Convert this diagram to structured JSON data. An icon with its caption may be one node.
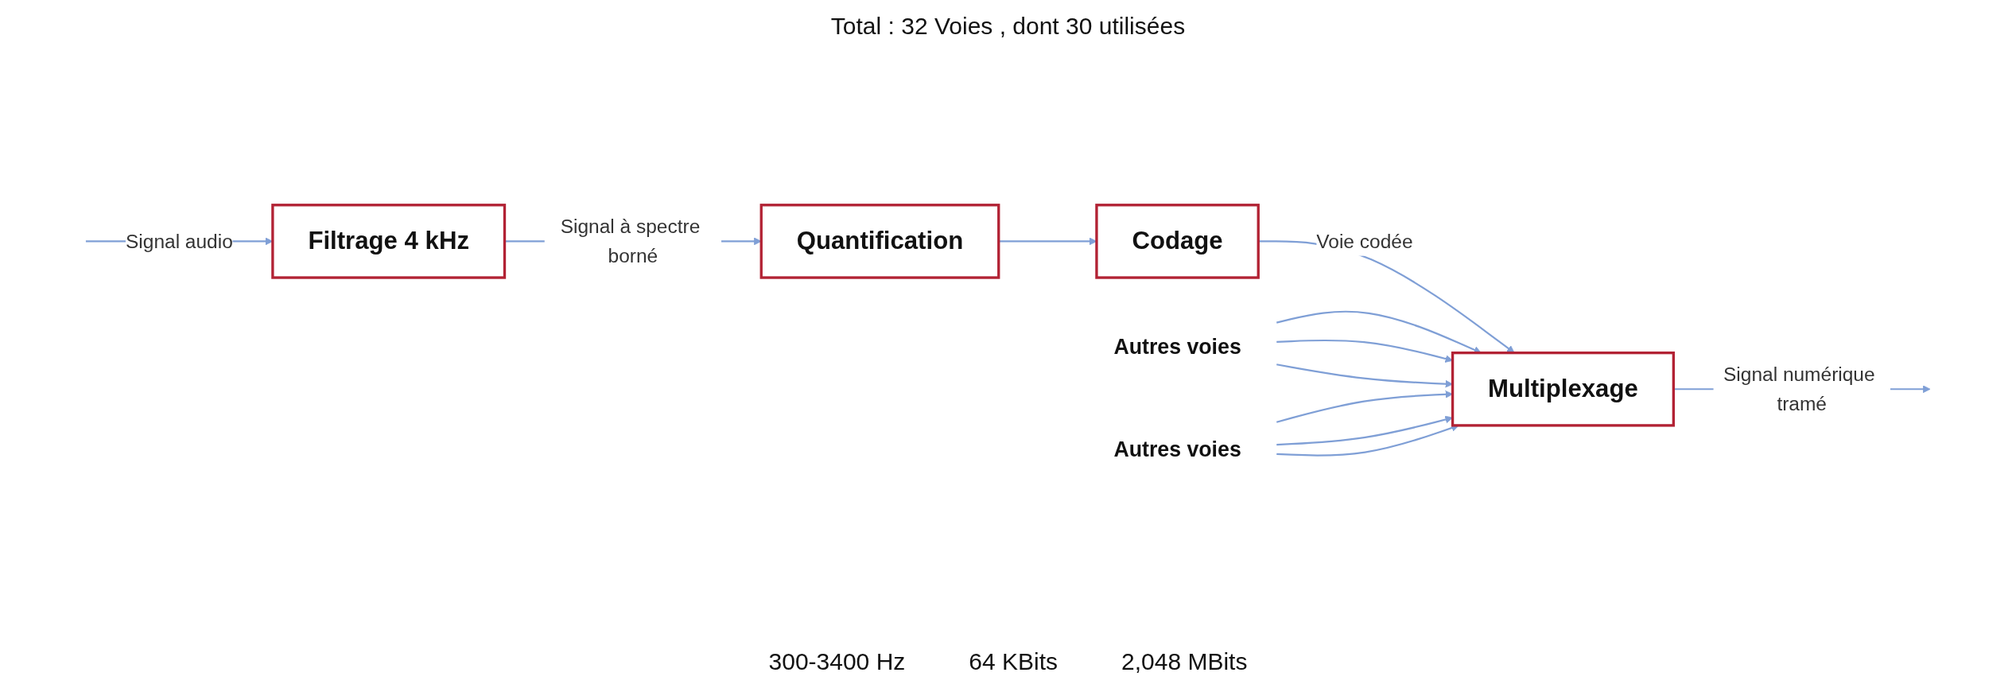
{
  "diagram": {
    "nodes": [
      {
        "text": [
          "Filtrage 4 kHz"
        ]
      },
      {
        "text": [
          "Quantification"
        ]
      },
      {
        "text": [
          "Codage"
        ]
      },
      {
        "text": [
          "Multiplexage"
        ]
      },
      {
        "text": [
          "Autres voies"
        ]
      },
      {
        "text": [
          "Autres voies"
        ]
      }
    ],
    "edges": [
      {
        "from": null,
        "to": 0,
        "arrow": "to",
        "label": "Signal audio"
      },
      {
        "from": 0,
        "to": 1,
        "arrow": "to",
        "label": "Signal à spectre borné"
      },
      {
        "from": 1,
        "to": 2,
        "arrow": "to"
      },
      {
        "from": 2,
        "to": 3,
        "arrow": "to",
        "label": "Voie codée"
      },
      {
        "from": 4,
        "to": 3,
        "arrow": "to"
      },
      {
        "from": 4,
        "to": 3,
        "arrow": "to"
      },
      {
        "from": 4,
        "to": 3,
        "arrow": "to"
      },
      {
        "from": 5,
        "to": 3,
        "arrow": "to"
      },
      {
        "from": 5,
        "to": 3,
        "arrow": "to"
      },
      {
        "from": 5,
        "to": 3,
        "arrow": "to"
      },
      {
        "from": 3,
        "to": null,
        "arrow": "to",
        "label": "Signal numérique tramé"
      }
    ],
    "labels": [
      "Total : 32 Voies , dont 30 utilisées",
      "300-3400 Hz",
      "64 KBits",
      "2,048 MBits"
    ]
  }
}
